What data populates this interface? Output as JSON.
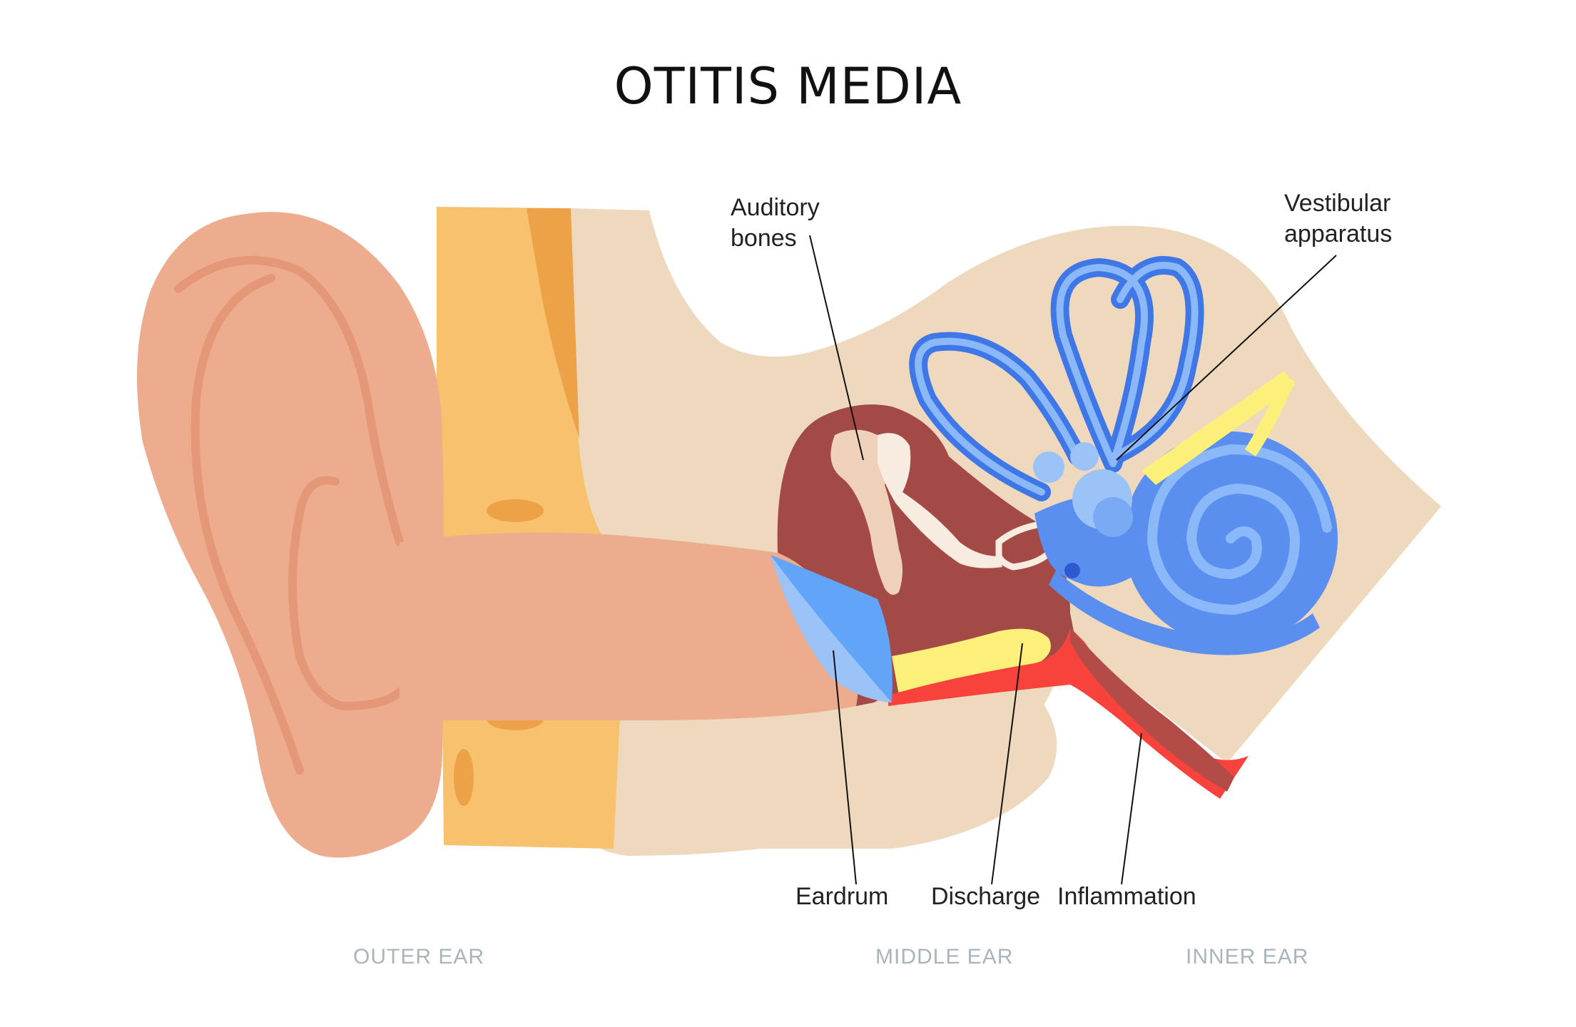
{
  "title": "OTITIS MEDIA",
  "labels": {
    "auditory_bones": [
      "Auditory",
      "bones"
    ],
    "vestibular_apparatus": [
      "Vestibular",
      "apparatus"
    ],
    "eardrum": "Eardrum",
    "discharge": "Discharge",
    "inflammation": "Inflammation"
  },
  "regions": {
    "outer": "OUTER EAR",
    "middle": "MIDDLE EAR",
    "inner": "INNER EAR"
  },
  "colors": {
    "skin": "#eeac8e",
    "cartilage": "#f7c16e",
    "bone": "#efd9be",
    "middle_cavity": "#a34a46",
    "eardrum": "#62a4f7",
    "labyrinth": "#5a8ff0",
    "discharge": "#fdf07a",
    "inflammation": "#f8433d"
  }
}
